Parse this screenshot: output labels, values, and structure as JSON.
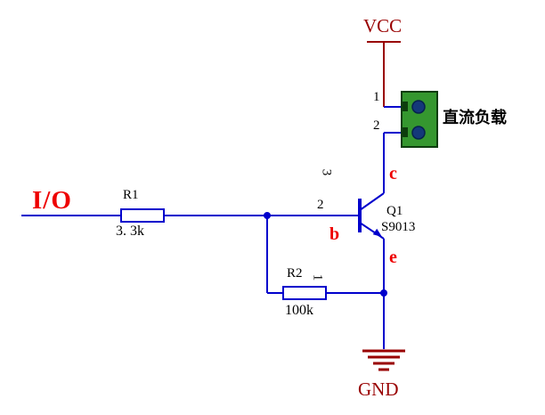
{
  "schematic": {
    "power": {
      "vcc": "VCC",
      "gnd": "GND"
    },
    "io": {
      "label": "I/O"
    },
    "resistors": {
      "r1": {
        "name": "R1",
        "value": "3. 3k"
      },
      "r2": {
        "name": "R2",
        "value": "100k"
      }
    },
    "transistor": {
      "name": "Q1",
      "part": "S9013",
      "pin_b": "b",
      "pin_c": "c",
      "pin_e": "e",
      "num_base": "2",
      "num_collector": "3",
      "num_emitter": "1"
    },
    "connector": {
      "label": "直流负载",
      "pin1": "1",
      "pin2": "2"
    }
  },
  "colors": {
    "wire": "#0000cc",
    "power_label": "#990000",
    "terminal_red": "#ee0000",
    "text": "#000000",
    "connector_fill": "#35972f",
    "connector_border": "#0d3d0d",
    "connector_pin": "#14387a"
  }
}
